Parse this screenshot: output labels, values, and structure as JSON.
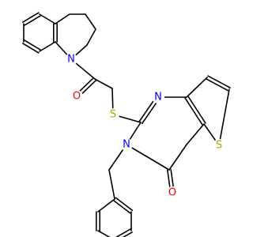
{
  "atoms": {
    "N1": {
      "symbol": "N",
      "color": "#0000ff"
    },
    "O1": {
      "symbol": "O",
      "color": "#ff0000"
    },
    "S1": {
      "symbol": "S",
      "color": "#b2a200"
    },
    "N2": {
      "symbol": "N",
      "color": "#0000ff"
    },
    "N3": {
      "symbol": "N",
      "color": "#0000ff"
    },
    "S2": {
      "symbol": "S",
      "color": "#b2a200"
    },
    "O2": {
      "symbol": "O",
      "color": "#ff0000"
    }
  },
  "colors": {
    "bond": "#000000",
    "background": "#ffffff"
  }
}
